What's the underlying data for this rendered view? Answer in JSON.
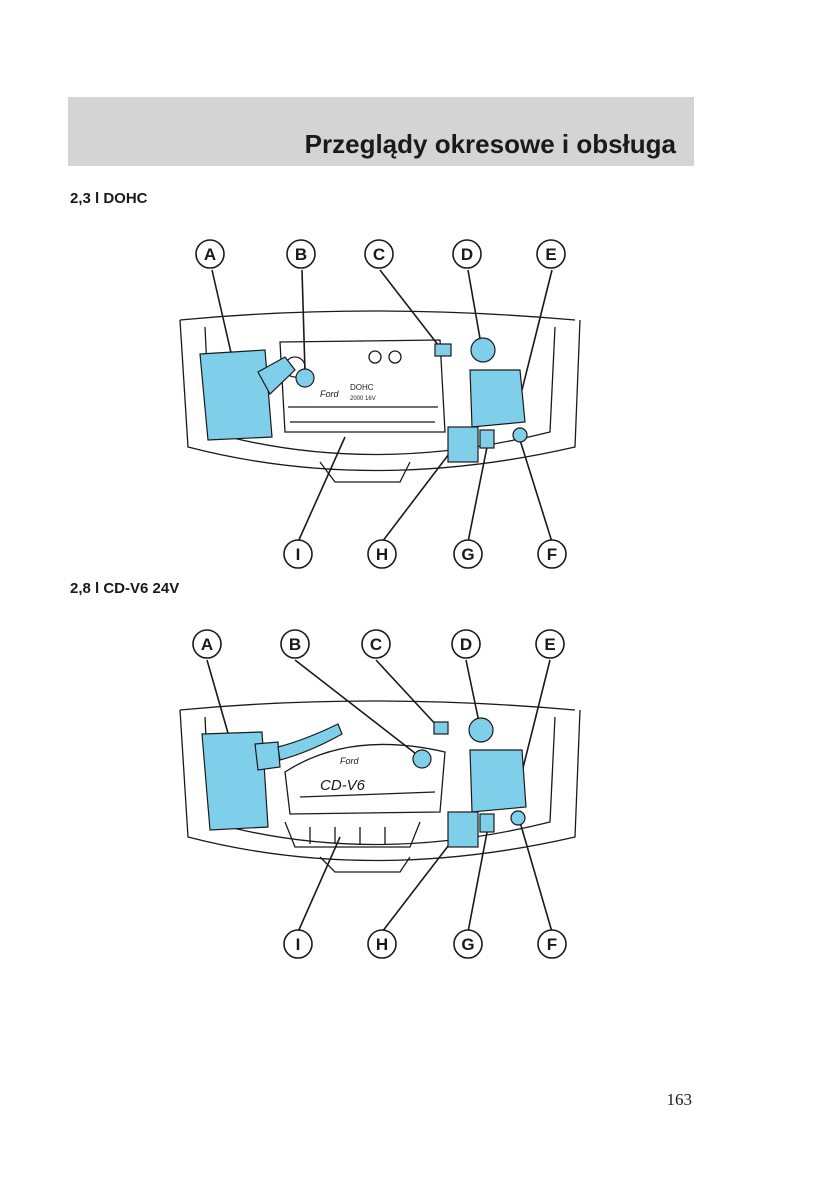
{
  "header": {
    "title": "Przeglądy okresowe i obsługa"
  },
  "sections": [
    {
      "label": "2,3 l DOHC",
      "callouts_top": [
        "A",
        "B",
        "C",
        "D",
        "E"
      ],
      "callouts_bottom": [
        "I",
        "H",
        "G",
        "F"
      ],
      "engine_text": [
        "DOHC",
        "2000 16V",
        "Ford"
      ]
    },
    {
      "label": "2,8 l CD-V6 24V",
      "callouts_top": [
        "A",
        "B",
        "C",
        "D",
        "E"
      ],
      "callouts_bottom": [
        "I",
        "H",
        "G",
        "F"
      ],
      "engine_text": [
        "CD-V6",
        "Ford"
      ]
    }
  ],
  "page_number": "163",
  "colors": {
    "highlight": "#7fcfea",
    "highlight_dark": "#2b8fb8",
    "line": "#1a1a1a",
    "band": "#d4d4d4"
  }
}
